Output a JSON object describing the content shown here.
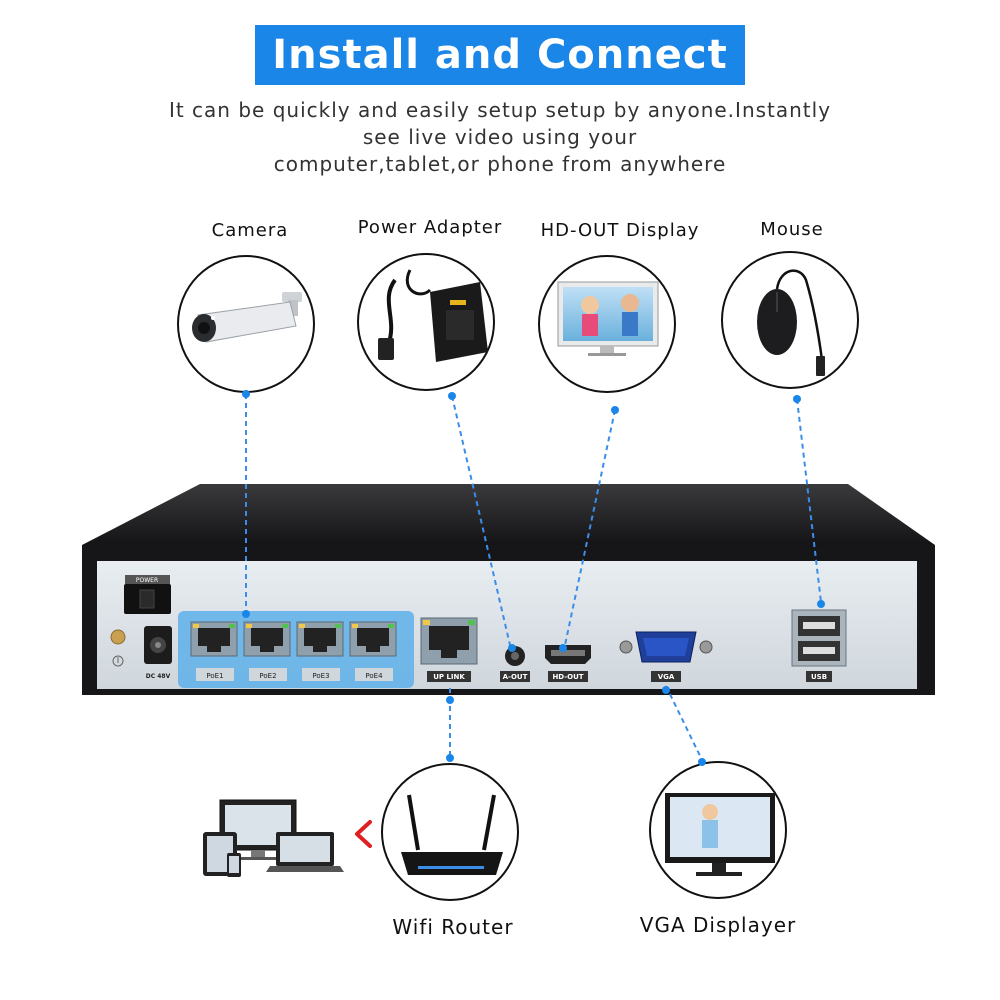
{
  "banner": {
    "title": "Install and Connect"
  },
  "subtitle": {
    "line1": "It can be quickly and easily setup setup by anyone.Instantly",
    "line2": "see live video using your",
    "line3": "computer,tablet,or phone from anywhere"
  },
  "devices": {
    "camera": "Camera",
    "power_adapter": "Power Adapter",
    "hd_out_display": "HD-OUT Display",
    "mouse": "Mouse",
    "wifi_router": "Wifi Router",
    "vga_displayer": "VGA Displayer"
  },
  "panel": {
    "power": "POWER",
    "dc": "DC 48V",
    "poe1": "PoE1",
    "poe2": "PoE2",
    "poe3": "PoE3",
    "poe4": "PoE4",
    "uplink": "UP LINK",
    "aout": "A-OUT",
    "hdout": "HD-OUT",
    "vga": "VGA",
    "usb": "USB"
  },
  "colors": {
    "accent": "#1a86e8",
    "poe_highlight": "#5eb0ea",
    "arrow": "#e02020",
    "chassis": "#1b1b1d",
    "panel": "#dde3e8"
  }
}
